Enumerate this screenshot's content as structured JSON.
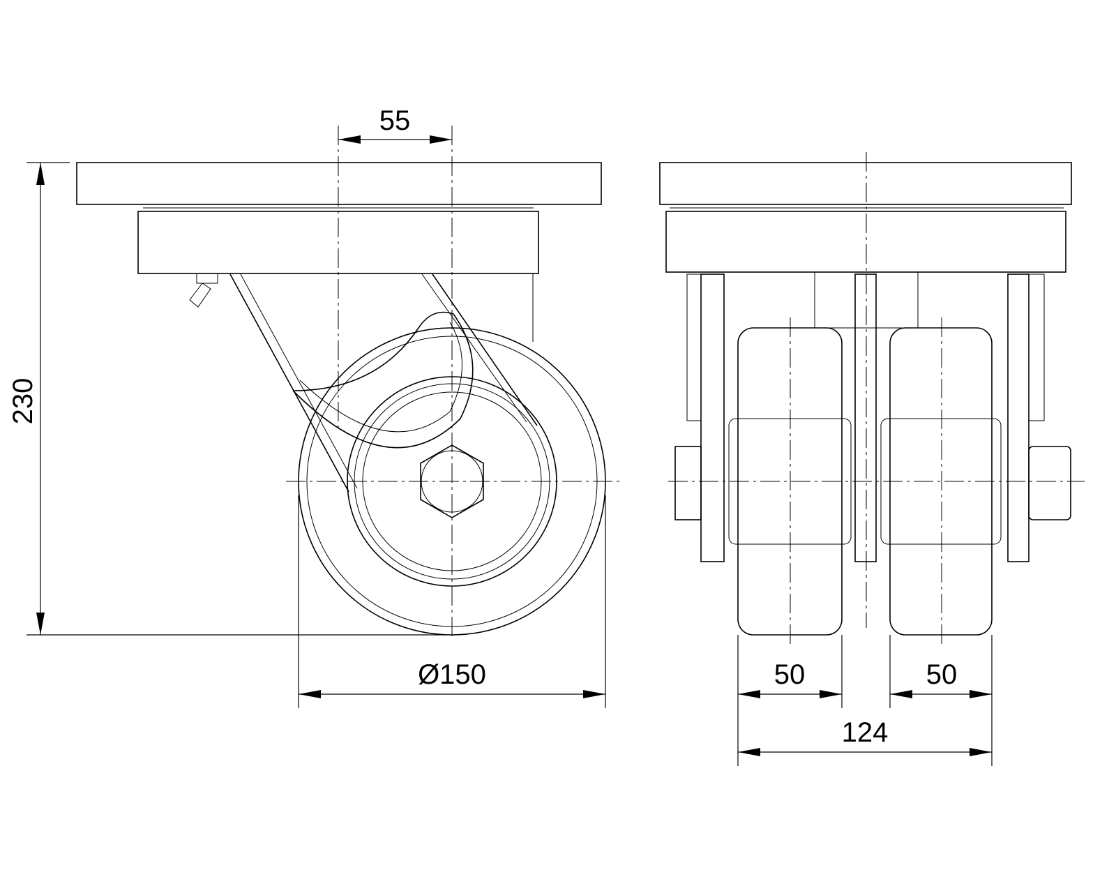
{
  "dimensions": {
    "offset": "55",
    "height": "230",
    "wheel_diameter": "Ø150",
    "wheel_width_left": "50",
    "wheel_width_right": "50",
    "overall_width": "124"
  }
}
